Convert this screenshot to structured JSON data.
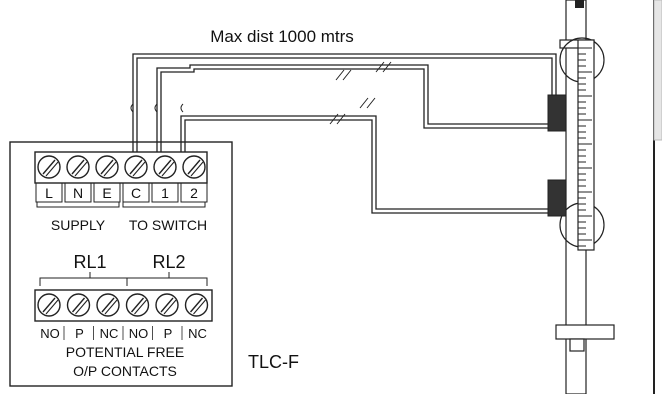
{
  "diagram": {
    "distance_label": "Max dist 1000 mtrs",
    "supply_terminals": [
      "L",
      "N",
      "E",
      "C",
      "1",
      "2"
    ],
    "supply_group_label": "SUPPLY",
    "switch_group_label": "TO SWITCH",
    "relay_labels": [
      "RL1",
      "RL2"
    ],
    "contact_terminals": [
      "NO",
      "P",
      "NC",
      "NO",
      "P",
      "NC"
    ],
    "contacts_label_line1": "POTENTIAL FREE",
    "contacts_label_line2": "O/P CONTACTS",
    "model_label": "TLC-F"
  }
}
